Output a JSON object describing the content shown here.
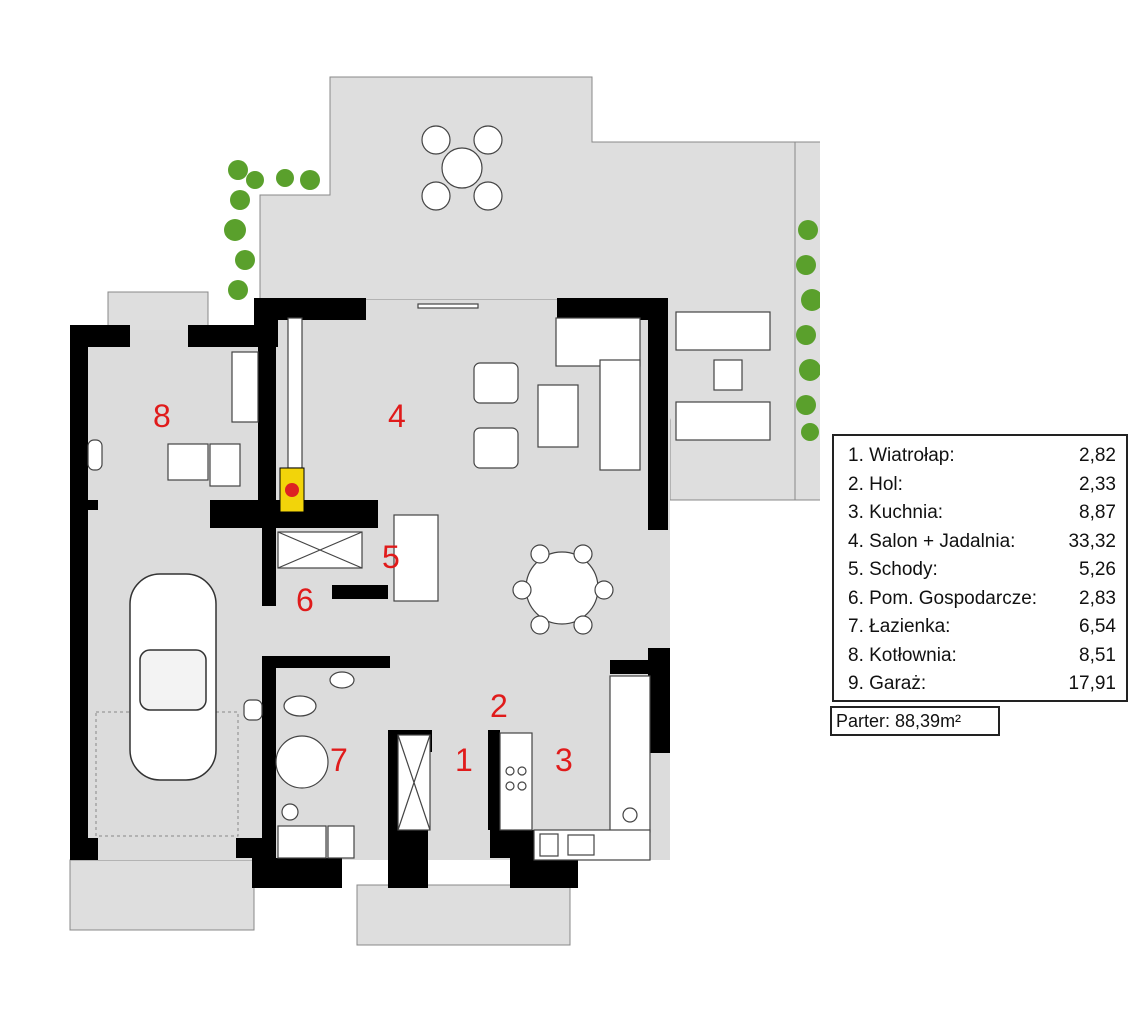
{
  "rooms": [
    {
      "num": "1",
      "name": "Wiatrołap:",
      "area": "2,82"
    },
    {
      "num": "2",
      "name": "Hol:",
      "area": "2,33"
    },
    {
      "num": "3",
      "name": "Kuchnia:",
      "area": "8,87"
    },
    {
      "num": "4",
      "name": "Salon + Jadalnia:",
      "area": "33,32"
    },
    {
      "num": "5",
      "name": "Schody:",
      "area": "5,26"
    },
    {
      "num": "6",
      "name": "Pom. Gospodarcze:",
      "area": "2,83"
    },
    {
      "num": "7",
      "name": "Łazienka:",
      "area": "6,54"
    },
    {
      "num": "8",
      "name": "Kotłownia:",
      "area": "8,51"
    },
    {
      "num": "9",
      "name": "Garaż:",
      "area": "17,91"
    }
  ],
  "legend_labels": [
    "1. Wiatrołap:",
    "2. Hol:",
    "3. Kuchnia:",
    "4. Salon + Jadalnia:",
    "5. Schody:",
    "6. Pom. Gospodarcze:",
    "7. Łazienka:",
    "8. Kotłownia:",
    "9. Garaż:"
  ],
  "total": "Parter: 88,39m²",
  "colors": {
    "wall": "#000000",
    "floor": "#dcdcdc",
    "terrace": "#dedede",
    "number": "#e01b1b",
    "plants": "#5aa02c",
    "fireplace": "#f2d40a"
  }
}
